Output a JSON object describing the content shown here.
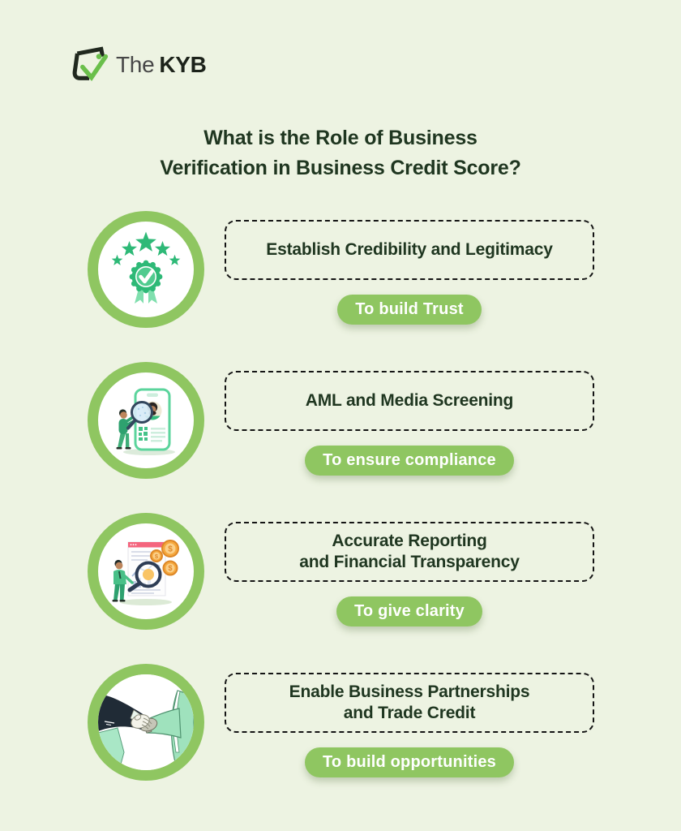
{
  "background_color": "#edf3e2",
  "logo": {
    "icon": "kyb-check-logo-icon",
    "brand_prefix": "The",
    "brand_name": "KYB",
    "accent_color": "#6abf4b"
  },
  "title": {
    "line1": "What is the Role of Business",
    "line2": "Verification in Business Credit Score?"
  },
  "theme": {
    "accent_green": "#8fc661",
    "dark_green": "#1f3620",
    "illustration_green": "#2eb977",
    "dashed_border_color": "#141414",
    "badge_text_color": "#ffffff"
  },
  "rows": [
    {
      "icon": "award-ribbon-stars-icon",
      "heading_line1": "Establish Credibility and Legitimacy",
      "heading_line2": "",
      "badge": "To build Trust"
    },
    {
      "icon": "id-card-magnifier-icon",
      "heading_line1": "AML and Media Screening",
      "heading_line2": "",
      "badge": "To ensure compliance"
    },
    {
      "icon": "financial-report-magnifier-icon",
      "heading_line1": "Accurate Reporting",
      "heading_line2": "and Financial Transparency",
      "badge": "To give clarity"
    },
    {
      "icon": "handshake-icon",
      "heading_line1": "Enable Business Partnerships",
      "heading_line2": "and Trade Credit",
      "badge": "To build opportunities"
    }
  ]
}
